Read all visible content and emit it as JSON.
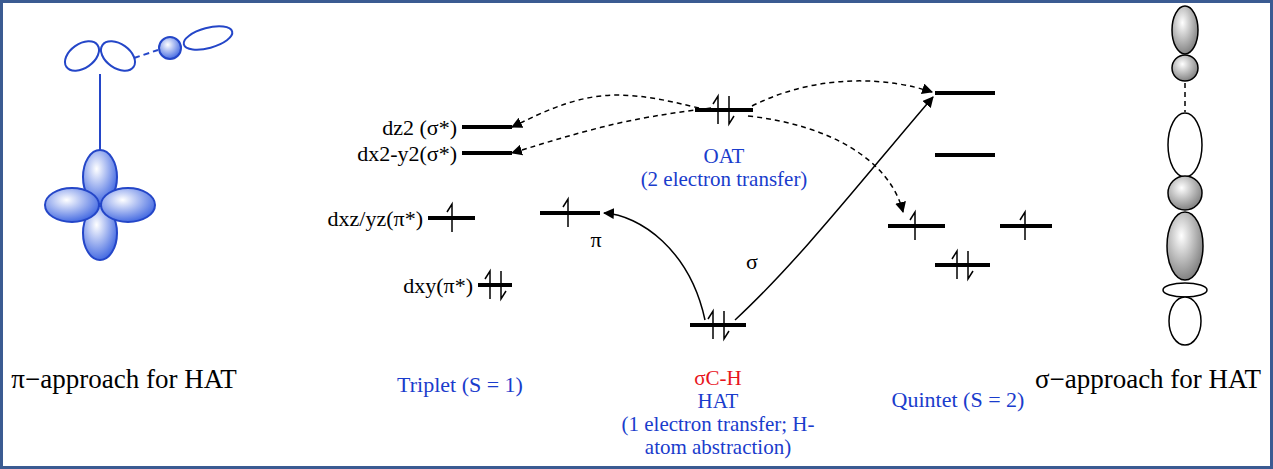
{
  "diagram": {
    "nodes": [
      {
        "text": [
          "dz2 (σ*)"
        ]
      },
      {
        "text": [
          "dx2-y2(σ*)"
        ]
      },
      {
        "text": [
          "dxz/yz(π*)"
        ]
      },
      {
        "text": [
          "dxy(π*)"
        ]
      },
      {
        "text": [
          "OAT",
          "(2 electron transfer)"
        ]
      },
      {
        "text": [
          "σC-H",
          "HAT",
          "(1 electron transfer; H-atom abstraction)"
        ]
      }
    ],
    "edges": [
      {
        "from": 4,
        "to": 0,
        "arrow": "to"
      },
      {
        "from": 4,
        "to": 1,
        "arrow": "to"
      }
    ],
    "labels": [
      "π−approach for HAT",
      "σ−approach for HAT",
      "Triplet (S = 1)",
      "Quintet (S = 2)",
      "π",
      "σ"
    ]
  }
}
